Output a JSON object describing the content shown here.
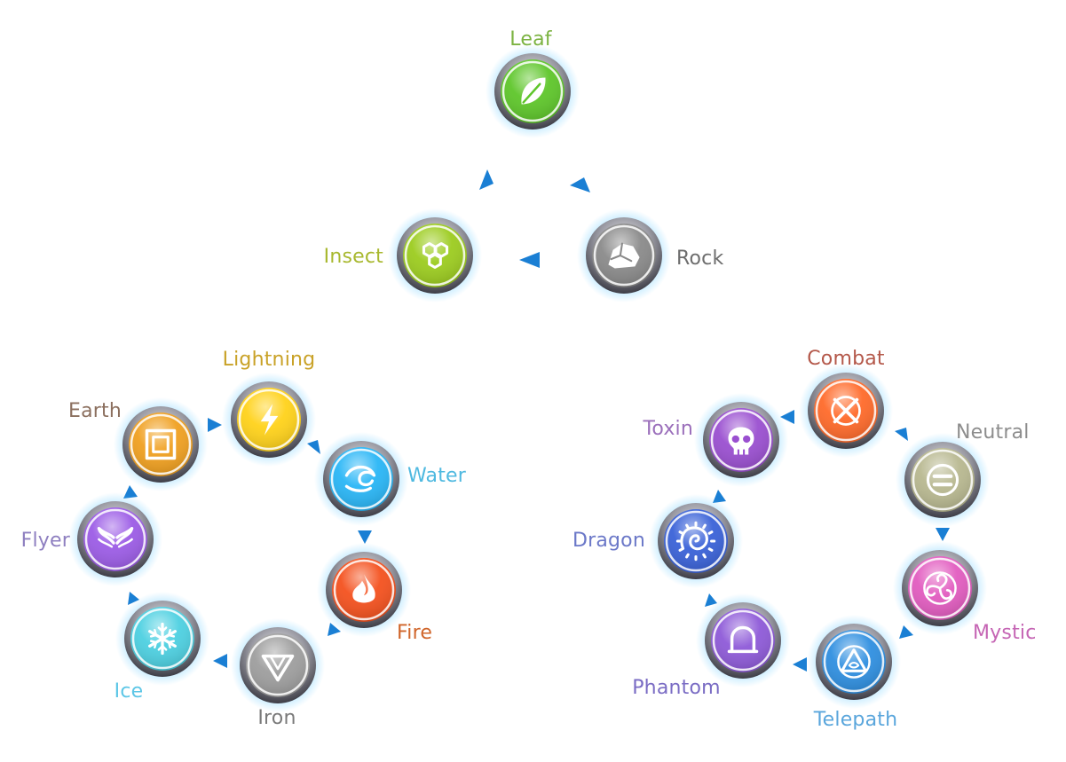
{
  "cycles": [
    {
      "id": "nature",
      "nodes": [
        {
          "id": "leaf",
          "label": "Leaf",
          "icon": "leaf-icon",
          "color": "#5ec62a",
          "label_color": "#7cb342"
        },
        {
          "id": "rock",
          "label": "Rock",
          "icon": "rock-icon",
          "color": "#8a8a8a",
          "label_color": "#6d6d6d"
        },
        {
          "id": "insect",
          "label": "Insect",
          "icon": "honeycomb-icon",
          "color": "#9ccc1f",
          "label_color": "#a8b82e"
        }
      ]
    },
    {
      "id": "elements",
      "nodes": [
        {
          "id": "lightning",
          "label": "Lightning",
          "icon": "lightning-bolt-icon",
          "color": "#ffd21a",
          "label_color": "#c9a227"
        },
        {
          "id": "water",
          "label": "Water",
          "icon": "wave-icon",
          "color": "#29b6f6",
          "label_color": "#4fb9e0"
        },
        {
          "id": "fire",
          "label": "Fire",
          "icon": "flame-icon",
          "color": "#f4511e",
          "label_color": "#d0652a"
        },
        {
          "id": "iron",
          "label": "Iron",
          "icon": "triangle-shield-icon",
          "color": "#9e9e9e",
          "label_color": "#7a7a7a"
        },
        {
          "id": "ice",
          "label": "Ice",
          "icon": "snowflake-icon",
          "color": "#4dd0e1",
          "label_color": "#5cc6e6"
        },
        {
          "id": "flyer",
          "label": "Flyer",
          "icon": "wings-icon",
          "color": "#9c5ce6",
          "label_color": "#8e7fc0"
        },
        {
          "id": "earth",
          "label": "Earth",
          "icon": "square-target-icon",
          "color": "#f0a020",
          "label_color": "#8b6f5e"
        }
      ]
    },
    {
      "id": "spirits",
      "nodes": [
        {
          "id": "combat",
          "label": "Combat",
          "icon": "crossed-swords-icon",
          "color": "#ff6a2a",
          "label_color": "#b4584a"
        },
        {
          "id": "neutral",
          "label": "Neutral",
          "icon": "equals-icon",
          "color": "#b8b890",
          "label_color": "#8d8d8d"
        },
        {
          "id": "mystic",
          "label": "Mystic",
          "icon": "triskelion-icon",
          "color": "#e25cc0",
          "label_color": "#c565b4"
        },
        {
          "id": "telepath",
          "label": "Telepath",
          "icon": "eye-triangle-icon",
          "color": "#2f8fe0",
          "label_color": "#5aa6dc"
        },
        {
          "id": "phantom",
          "label": "Phantom",
          "icon": "ghost-icon",
          "color": "#8e5ad8",
          "label_color": "#7a6cc4"
        },
        {
          "id": "dragon",
          "label": "Dragon",
          "icon": "spiral-icon",
          "color": "#3a62d8",
          "label_color": "#6b78c8"
        },
        {
          "id": "toxin",
          "label": "Toxin",
          "icon": "skull-icon",
          "color": "#9a4fd0",
          "label_color": "#9b6fbb"
        }
      ]
    }
  ],
  "arrow_color": "#1a7fd4"
}
